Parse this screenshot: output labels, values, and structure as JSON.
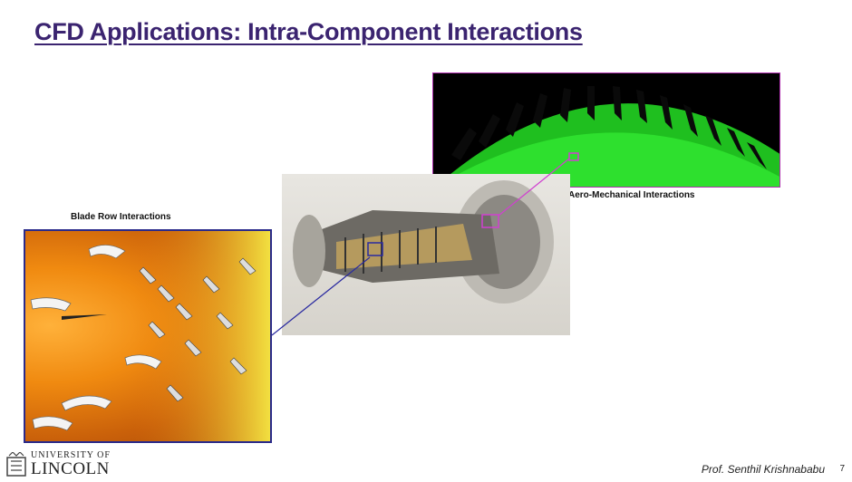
{
  "slide": {
    "title": "CFD Applications: Intra-Component Interactions",
    "captions": {
      "blade_row": "Blade Row Interactions",
      "aero_mechanical": "Aero-Mechanical Interactions"
    },
    "footer": {
      "university_small": "UNIVERSITY OF",
      "university_big": "LINCOLN",
      "presenter": "Prof. Senthil Krishnababu",
      "page_number": "7"
    }
  },
  "colors": {
    "title": "#3b2470",
    "blade_frame": "#2a2a8a",
    "aero_frame": "#b030b0",
    "mesh_green": "#22dd22"
  }
}
